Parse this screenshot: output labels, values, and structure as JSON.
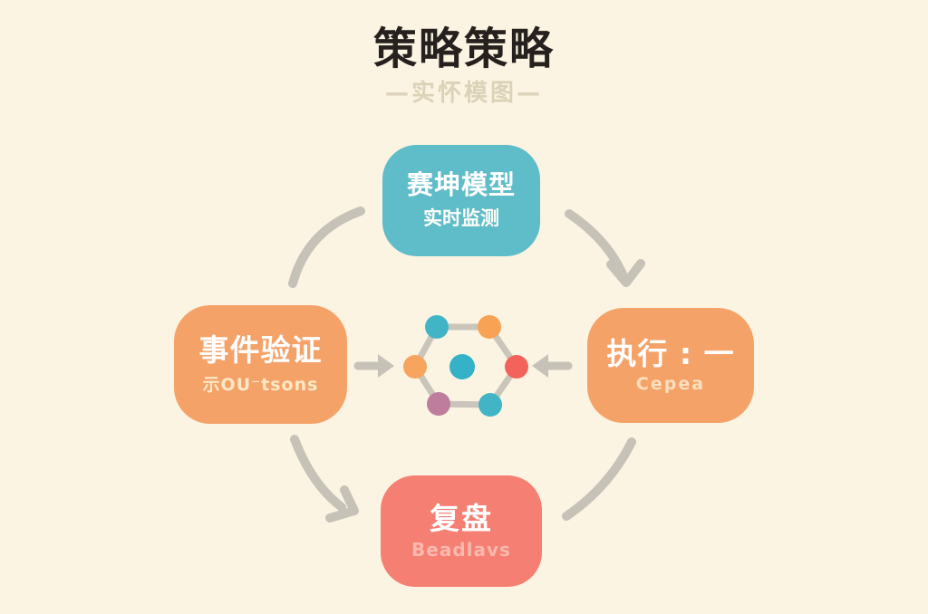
{
  "title": "策略策略",
  "subtitle": "—实怀模图—",
  "boxes": {
    "top": {
      "label": "赛坤模型",
      "sublabel": "实时监测",
      "color": "#5FBCC9"
    },
    "left": {
      "label": "事件验证",
      "sublabel": "示OU⁻tsons",
      "color": "#F5A269"
    },
    "right": {
      "label": "执行 : 一",
      "sublabel": "Cepea",
      "color": "#F5A269"
    },
    "bottom": {
      "label": "复盘",
      "sublabel": "Beadlavs",
      "color": "#F57F72"
    }
  },
  "center_graphic": {
    "type": "hexagon-network",
    "line_color": "#C9C5BA",
    "nodes": [
      {
        "id": "top-left",
        "color": "#41B5C5"
      },
      {
        "id": "top-right",
        "color": "#F7A254"
      },
      {
        "id": "left",
        "color": "#F7A45E"
      },
      {
        "id": "right",
        "color": "#F4625C"
      },
      {
        "id": "bottom-left",
        "color": "#BE7D9C"
      },
      {
        "id": "bottom-right",
        "color": "#41B5C5"
      },
      {
        "id": "center",
        "color": "#35B2C7"
      }
    ]
  },
  "flow": {
    "arrow_color": "#C6C2B7",
    "arcs": [
      "left-to-top",
      "top-to-right",
      "left-to-bottom",
      "right-to-bottom"
    ],
    "straight_arrows": [
      "left-box-to-center",
      "right-box-to-center"
    ]
  },
  "colors": {
    "background": "#FBF4E3",
    "title_text": "#26211E",
    "subtitle_text": "#DBD2B7",
    "box_text": "#FFFFFF"
  }
}
